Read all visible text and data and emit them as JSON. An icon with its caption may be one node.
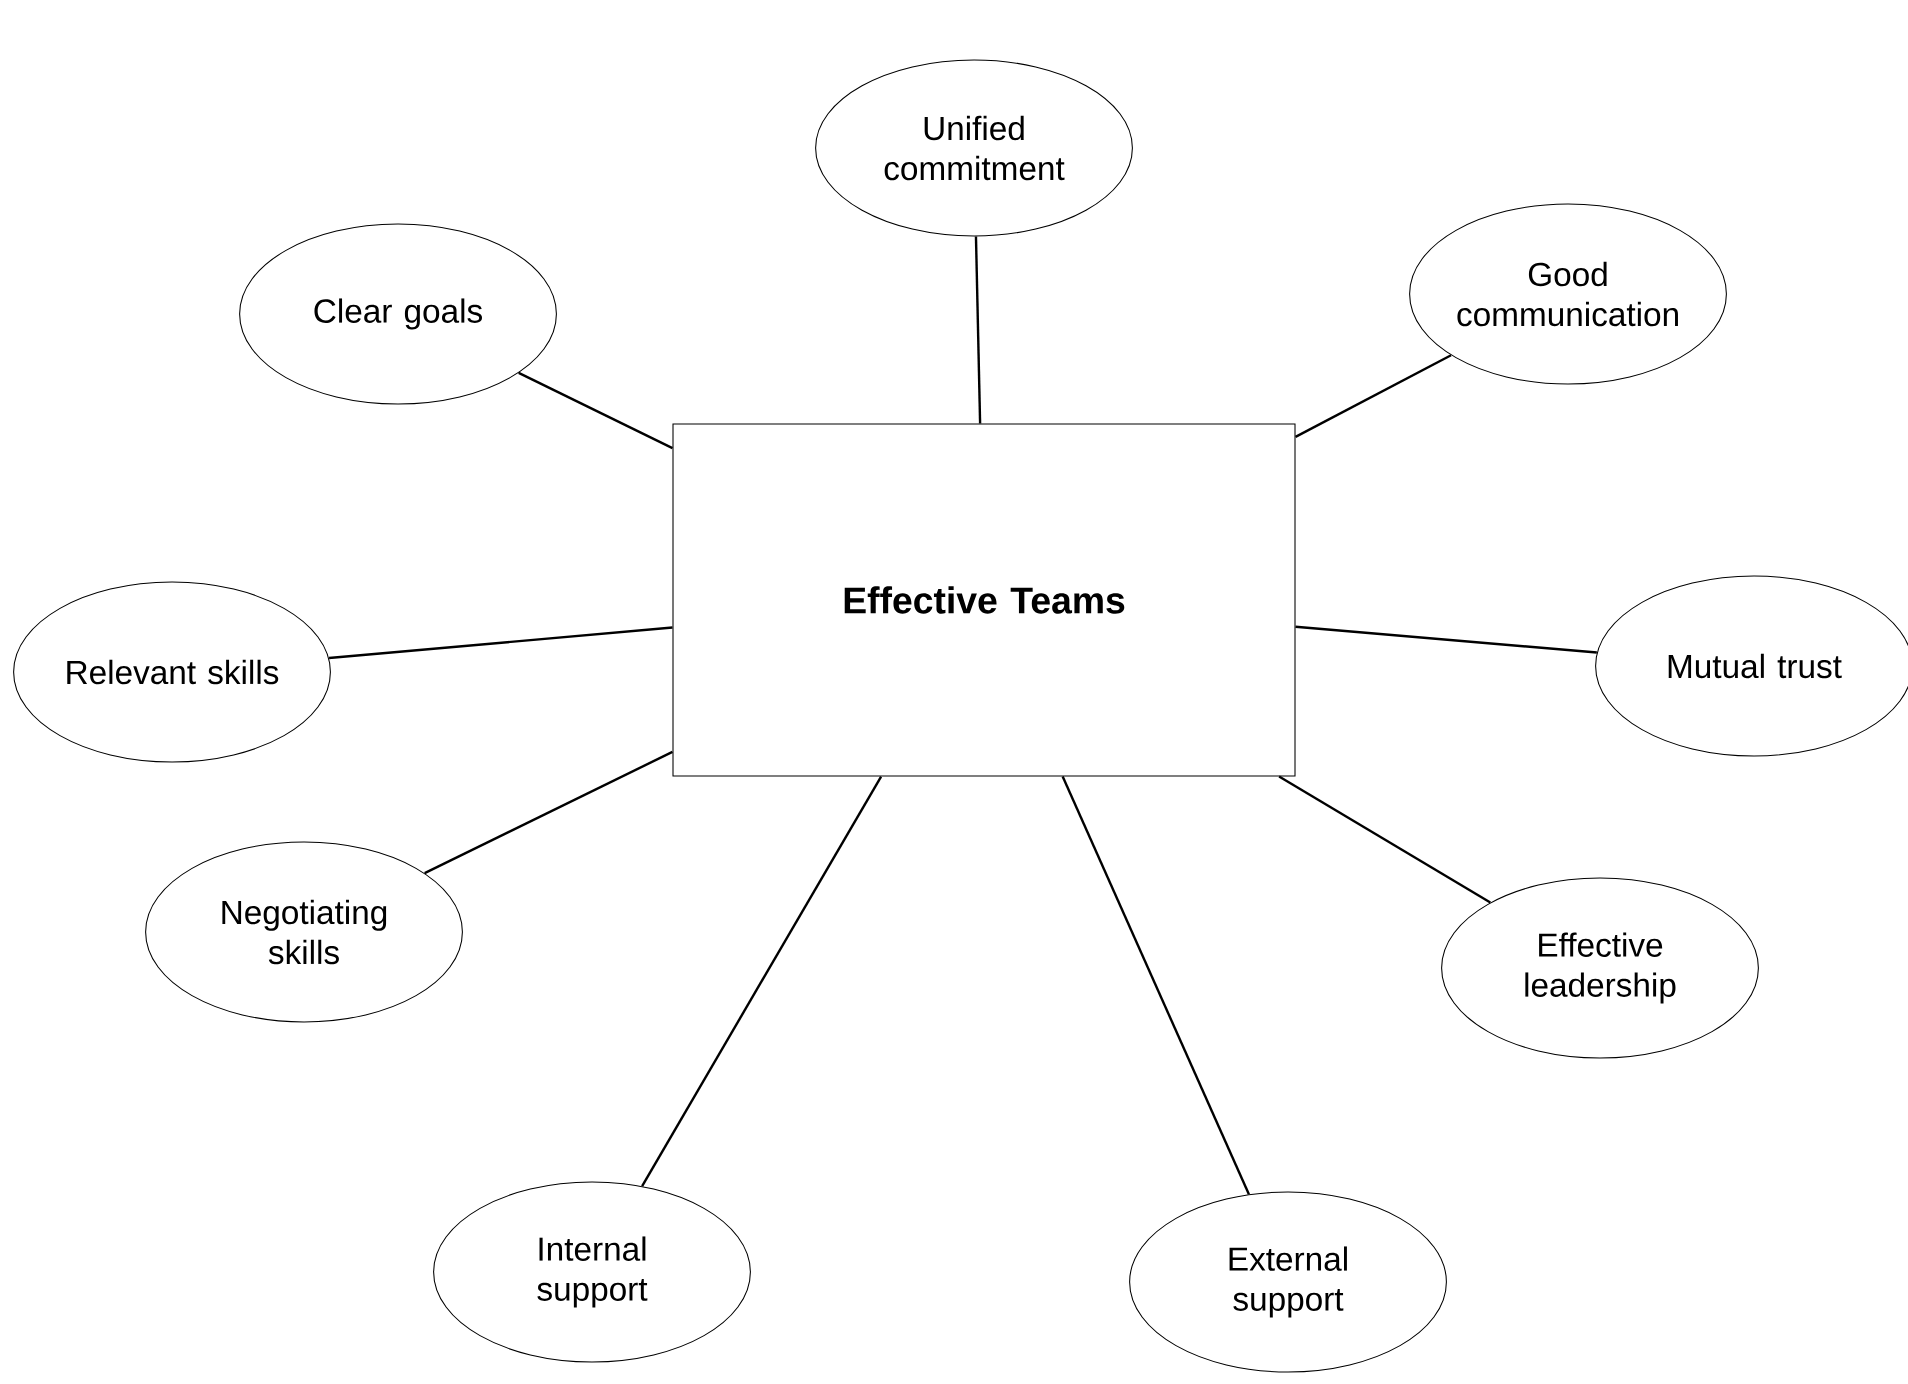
{
  "diagram": {
    "nodes": [
      {
        "text": [
          "Effective Teams"
        ]
      },
      {
        "text": [
          "Unified commitment"
        ]
      },
      {
        "text": [
          "Clear goals"
        ]
      },
      {
        "text": [
          "Good communication"
        ]
      },
      {
        "text": [
          "Relevant skills"
        ]
      },
      {
        "text": [
          "Mutual trust"
        ]
      },
      {
        "text": [
          "Negotiating skills"
        ]
      },
      {
        "text": [
          "Effective leadership"
        ]
      },
      {
        "text": [
          "Internal support"
        ]
      },
      {
        "text": [
          "External support"
        ]
      }
    ],
    "edges": [
      {
        "from": 0,
        "to": 1,
        "arrow": "none"
      },
      {
        "from": 0,
        "to": 2,
        "arrow": "none"
      },
      {
        "from": 0,
        "to": 3,
        "arrow": "none"
      },
      {
        "from": 0,
        "to": 4,
        "arrow": "none"
      },
      {
        "from": 0,
        "to": 5,
        "arrow": "none"
      },
      {
        "from": 0,
        "to": 6,
        "arrow": "none"
      },
      {
        "from": 0,
        "to": 7,
        "arrow": "none"
      },
      {
        "from": 0,
        "to": 8,
        "arrow": "none"
      },
      {
        "from": 0,
        "to": 9,
        "arrow": "none"
      }
    ]
  }
}
